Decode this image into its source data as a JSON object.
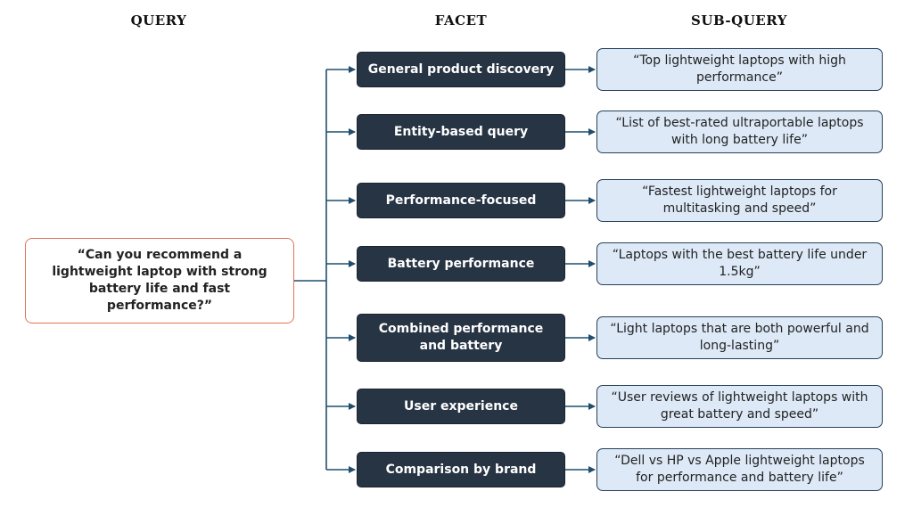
{
  "headers": {
    "query": "QUERY",
    "facet": "FACET",
    "subquery": "SUB-QUERY"
  },
  "query": "“Can you recommend a lightweight laptop with strong battery life and fast performance?”",
  "rows": [
    {
      "facet": "General product discovery",
      "subquery": "“Top lightweight laptops with high performance”"
    },
    {
      "facet": "Entity-based query",
      "subquery": "“List of best-rated ultraportable laptops with long battery life”"
    },
    {
      "facet": "Performance-focused",
      "subquery": "“Fastest lightweight laptops for multitasking and speed”"
    },
    {
      "facet": "Battery performance",
      "subquery": "“Laptops with the best battery life under 1.5kg”"
    },
    {
      "facet": "Combined performance and battery",
      "subquery": "“Light laptops that are both powerful and long-lasting”"
    },
    {
      "facet": "User experience",
      "subquery": "“User reviews of lightweight laptops with great battery and speed”"
    },
    {
      "facet": "Comparison by brand",
      "subquery": "“Dell vs HP vs Apple lightweight laptops for performance and battery life”"
    }
  ],
  "colors": {
    "connector": "#1f4e6f",
    "facet_bg": "#273444",
    "subquery_bg": "#dde9f7",
    "query_border": "#e2725b"
  }
}
